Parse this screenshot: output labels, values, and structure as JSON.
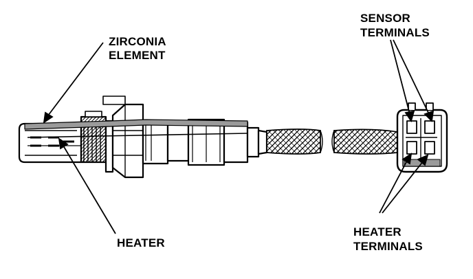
{
  "labels": {
    "zirconia_line1": "ZIRCONIA",
    "zirconia_line2": "ELEMENT",
    "heater": "HEATER",
    "sensor_line1": "SENSOR",
    "sensor_line2": "TERMINALS",
    "heater_terminals_line1": "HEATER",
    "heater_terminals_line2": "TERMINALS"
  },
  "colors": {
    "ink": "#000000",
    "paper": "#ffffff",
    "shade": "#9a9a9a"
  }
}
